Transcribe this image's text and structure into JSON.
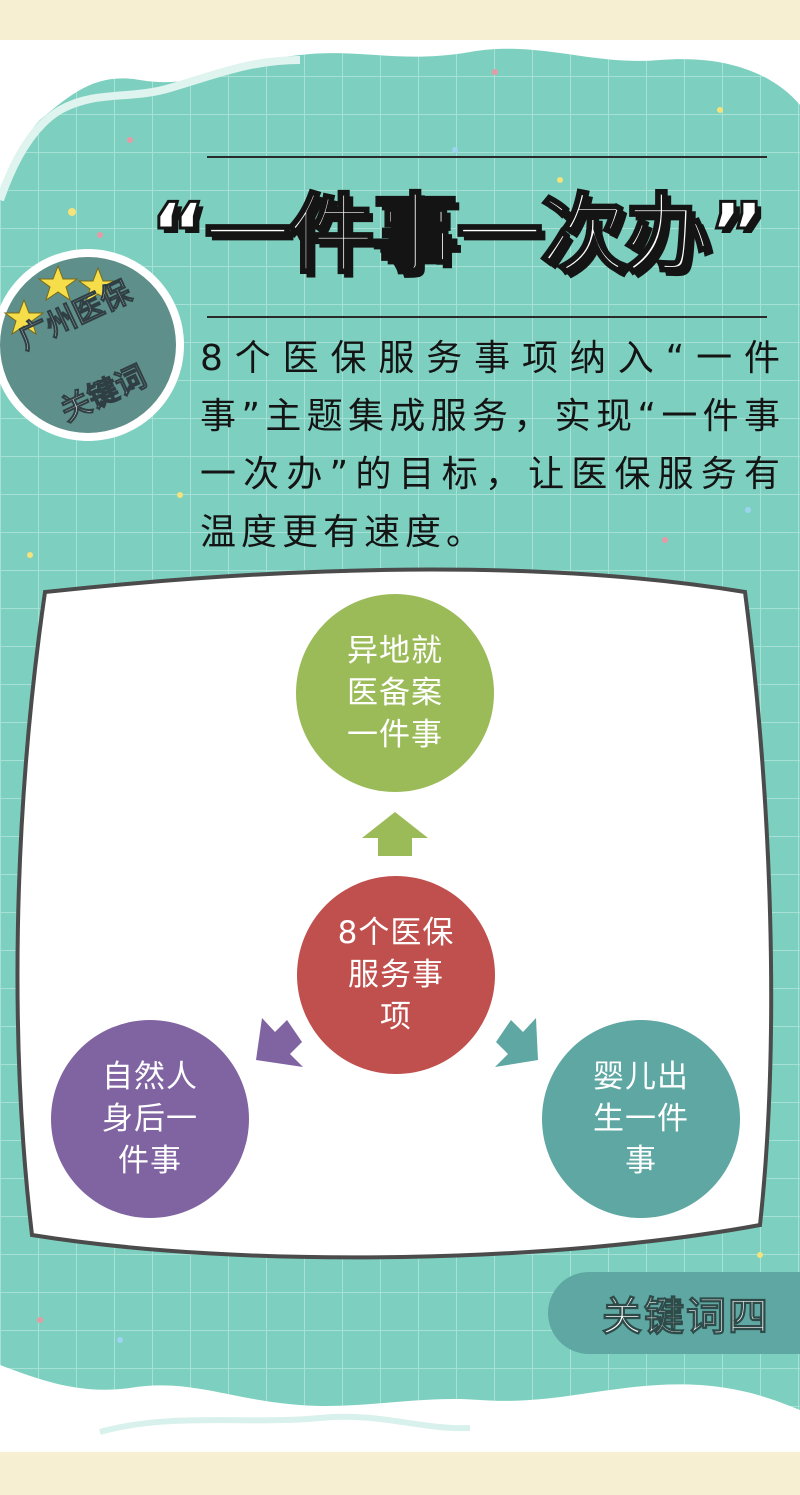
{
  "headline": "“一件事一次办”",
  "badge": {
    "line1": "广州医保",
    "line2": "关键词",
    "stars": 3
  },
  "intro": "8个医保服务事项纳入“一件事”主题集成服务，实现“一件事一次办”的目标，让医保服务有温度更有速度。",
  "diagram": {
    "center": "8个医保\n服务事\n项",
    "top": "异地就\n医备案\n一件事",
    "left": "自然人\n身后一\n件事",
    "right": "婴儿出\n生一件\n事"
  },
  "tag": "关键词四",
  "colors": {
    "background": "#7dd0c0",
    "grid": "#a7e1d5",
    "center": "#c0504d",
    "top": "#9bbb59",
    "left": "#8064a2",
    "right": "#5ea7a2",
    "outline": "#4b4b4b"
  }
}
